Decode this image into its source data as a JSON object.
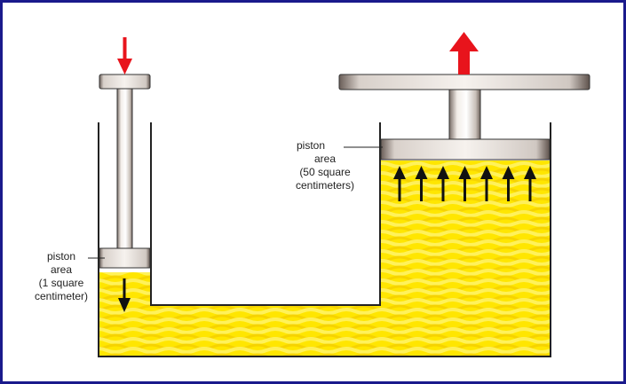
{
  "colors": {
    "frame": "#1a1a8c",
    "fluid": "#ffe600",
    "fluid_highlight": "#fff36a",
    "fluid_shade": "#f5cf00",
    "input_force_arrow": "#e8141c",
    "output_force_arrow": "#e8141c",
    "pressure_arrows": "#111111",
    "container_walls": "#222222",
    "piston_metal": "#d8d0c8"
  },
  "labels": {
    "small_piston": {
      "line1": "piston",
      "line2": "area",
      "line3": "(1 square",
      "line4": "centimeter)"
    },
    "large_piston": {
      "line1": "piston",
      "line2": "area",
      "line3": "(50 square",
      "line4": "centimeters)"
    }
  },
  "icons": {
    "input_force": "arrow-down-icon",
    "output_force": "arrow-up-icon",
    "fluid_flow": "arrow-down-icon",
    "pressure": "arrow-up-icon"
  },
  "pressure_arrow_count": 7
}
